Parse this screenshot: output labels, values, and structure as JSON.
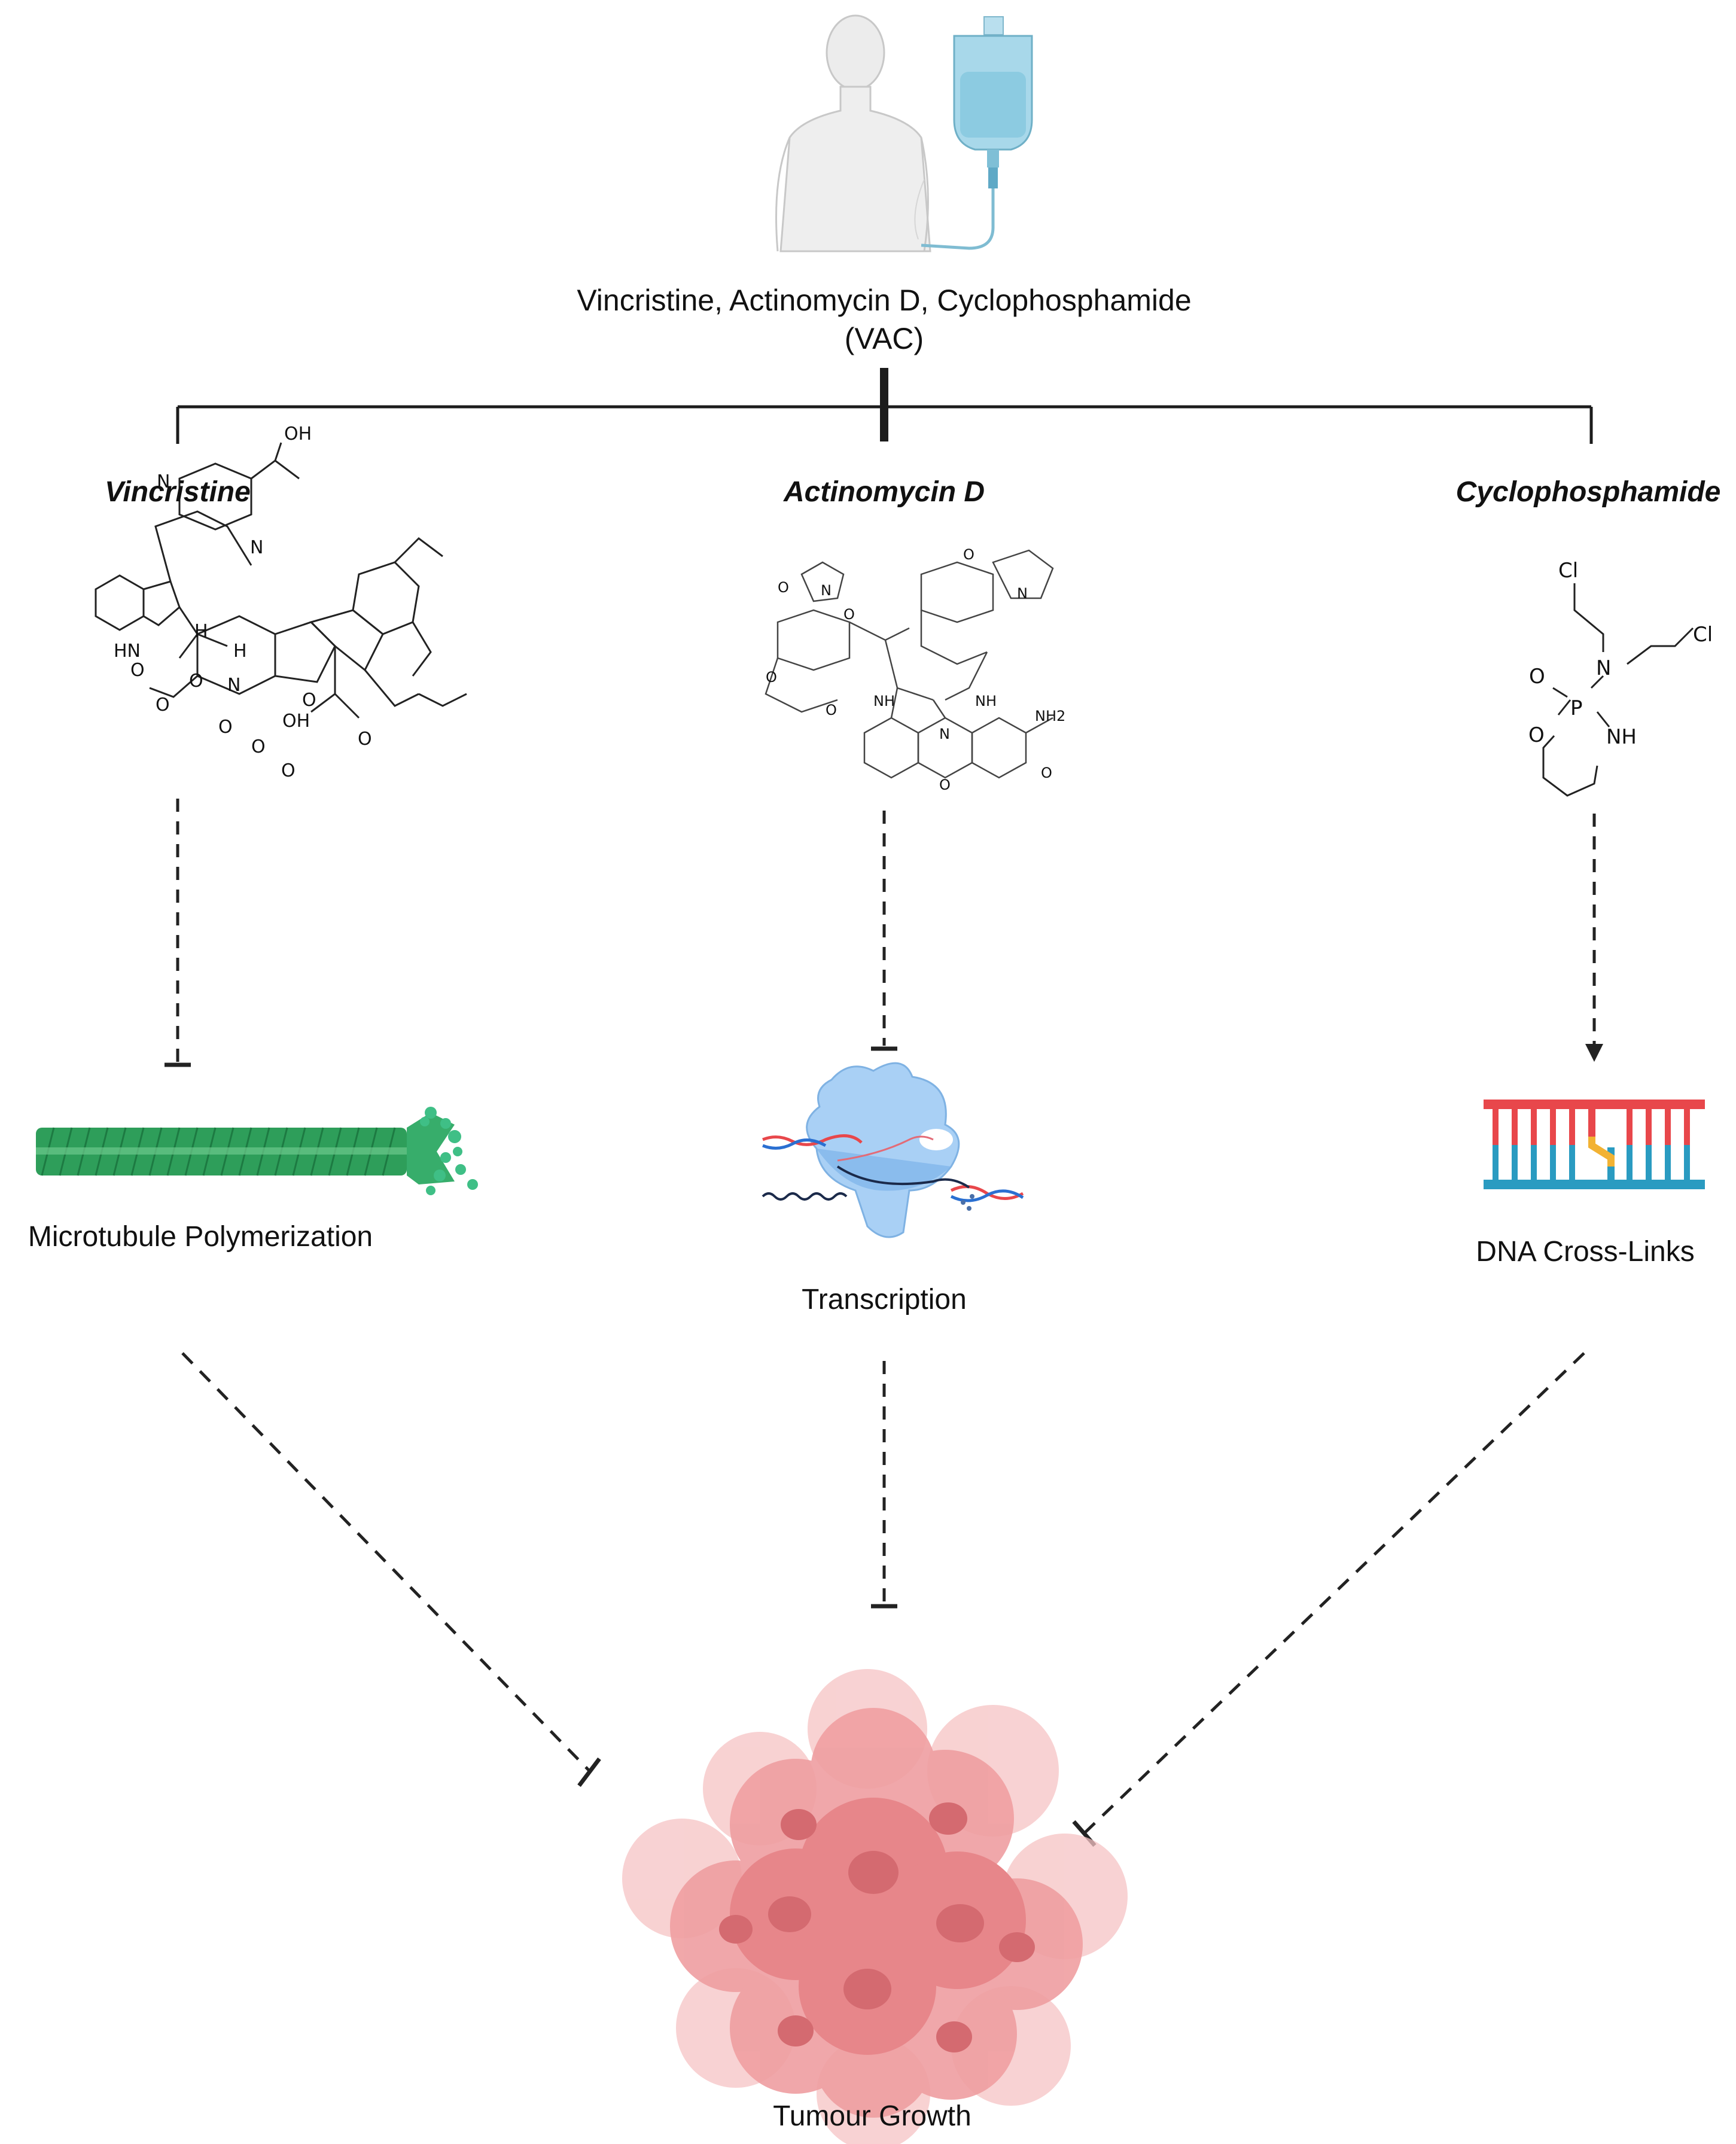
{
  "header": {
    "line1": "Vincristine, Actinomycin D, Cyclophosphamide",
    "line2": "(VAC)"
  },
  "drugs": {
    "vincristine": "Vincristine",
    "actinomycin": "Actinomycin D",
    "cyclophosphamide": "Cyclophosphamide"
  },
  "targets": {
    "microtubule": "Microtubule Polymerization",
    "transcription": "Transcription",
    "dna": "DNA Cross-Links"
  },
  "outcome": "Tumour Growth",
  "structures": {
    "vincristine_atoms": [
      "OH",
      "N",
      "H",
      "N",
      "HN",
      "O",
      "O",
      "O",
      "N",
      "O",
      "H",
      "OH",
      "O",
      "O",
      "O",
      "O"
    ],
    "actinomycin_atoms": [
      "O",
      "N",
      "O",
      "O",
      "O",
      "N",
      "O",
      "NH",
      "NH",
      "NH2",
      "N",
      "O",
      "O"
    ],
    "cyclophosphamide_atoms": [
      "Cl",
      "Cl",
      "O",
      "N",
      "P",
      "O",
      "NH"
    ]
  },
  "colors": {
    "microtubule": "#2e9e5a",
    "polymerase": "#8ec5ef",
    "dna_top": "#e8474b",
    "dna_bottom": "#2a9bc1",
    "crosslink": "#f2b233",
    "tumour": "#ec8c8f",
    "iv_bag": "#9fd2e6"
  }
}
